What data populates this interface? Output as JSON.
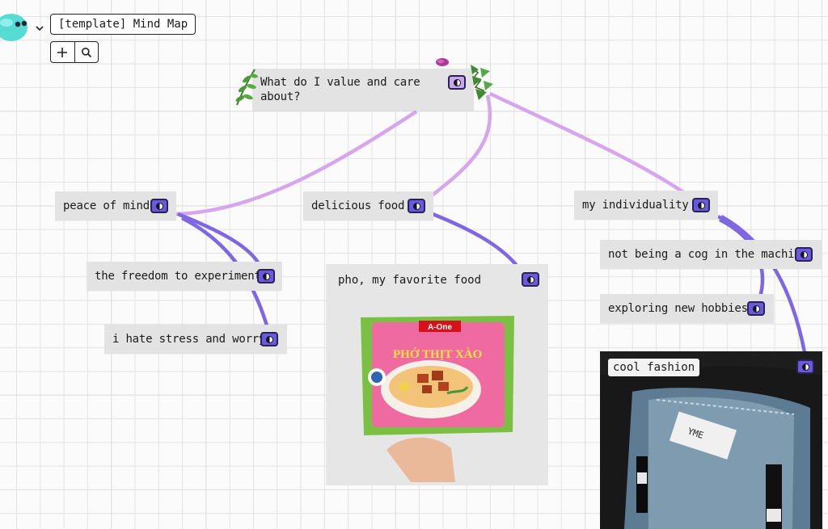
{
  "app": {
    "board_title": "[template] Mind Map"
  },
  "toolbar": {
    "add_icon": "plus-icon",
    "search_icon": "search-icon"
  },
  "nodes": {
    "root": "What do I value and care about?",
    "peace": "peace of mind",
    "food": "delicious food",
    "individuality": "my individuality",
    "freedom": "the freedom to experiment",
    "stress": "i hate stress and worry",
    "cog": "not being a cog in the machine",
    "hobbies": "exploring new hobbies"
  },
  "cards": {
    "pho_title": "pho, my favorite food",
    "fashion_label": "cool fashion"
  },
  "package_text": {
    "brand": "A-One",
    "name": "PHỞ THỊT XÀO"
  },
  "colors": {
    "light_connector": "#d7a5ee",
    "dark_connector": "#7f67e4",
    "toggle": "#6a58e0"
  }
}
